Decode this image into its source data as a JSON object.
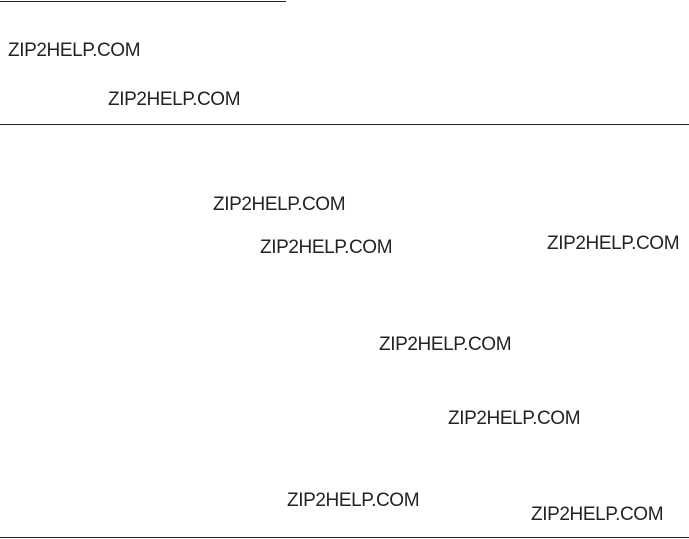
{
  "watermarks": [
    "ZIP2HELP.COM",
    "ZIP2HELP.COM",
    "ZIP2HELP.COM",
    "ZIP2HELP.COM",
    "ZIP2HELP.COM",
    "ZIP2HELP.COM",
    "ZIP2HELP.COM",
    "ZIP2HELP.COM",
    "ZIP2HELP.COM"
  ],
  "colors": {
    "background": "#ffffff",
    "text": "#232323",
    "rule": "#222222"
  }
}
